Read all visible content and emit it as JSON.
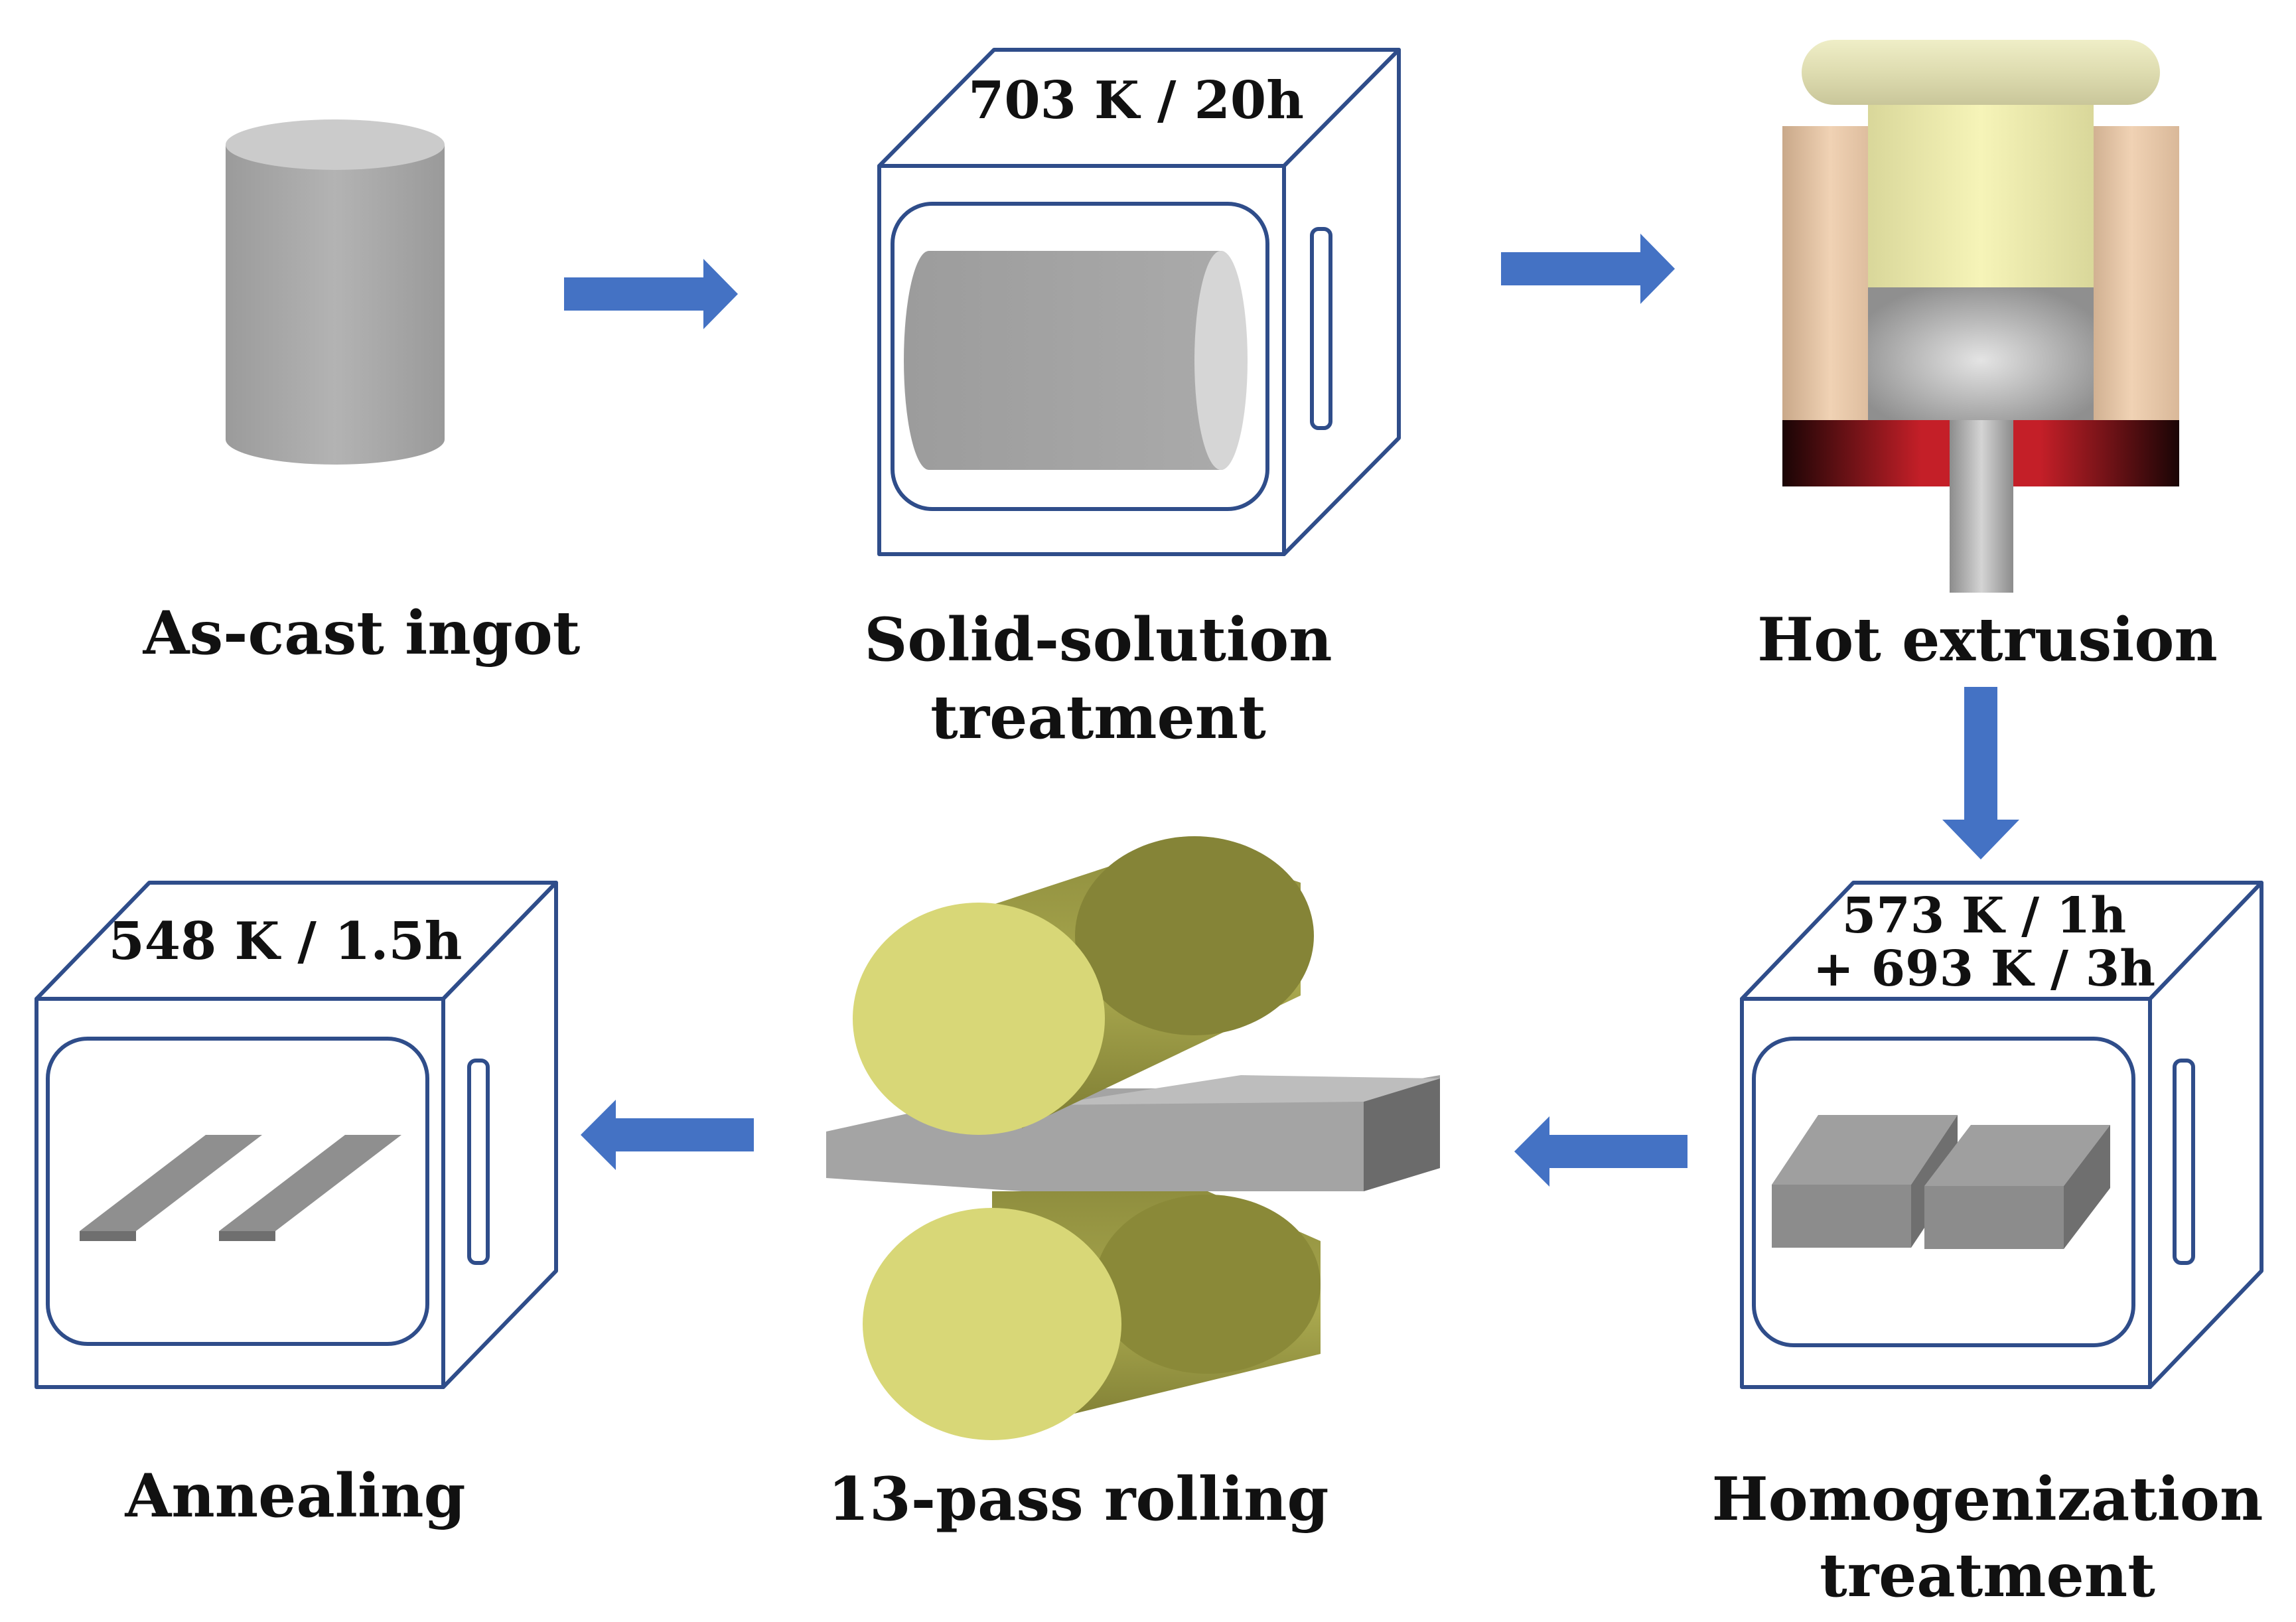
{
  "colors": {
    "arrow": "#4472C4",
    "oven_line": "#2F4D8A",
    "ingot": "#A7A7A7",
    "roller": "#D8D777",
    "die_heat": "#C0202A",
    "punch": "#F2F0AE",
    "container_side": "#E9C7A6"
  },
  "steps": {
    "as_cast": {
      "caption": "As-cast ingot"
    },
    "solid_solution": {
      "caption_line1": "Solid-solution",
      "caption_line2": "treatment",
      "oven_label": "703 K / 20h"
    },
    "hot_extrusion": {
      "caption": "Hot extrusion"
    },
    "homogenization": {
      "caption_line1": "Homogenization",
      "caption_line2": "treatment",
      "oven_label_line1": "573 K / 1h",
      "oven_label_line2": "+ 693 K / 3h"
    },
    "rolling": {
      "caption": "13-pass rolling"
    },
    "annealing": {
      "caption": "Annealing",
      "oven_label": "548 K / 1.5h"
    }
  }
}
